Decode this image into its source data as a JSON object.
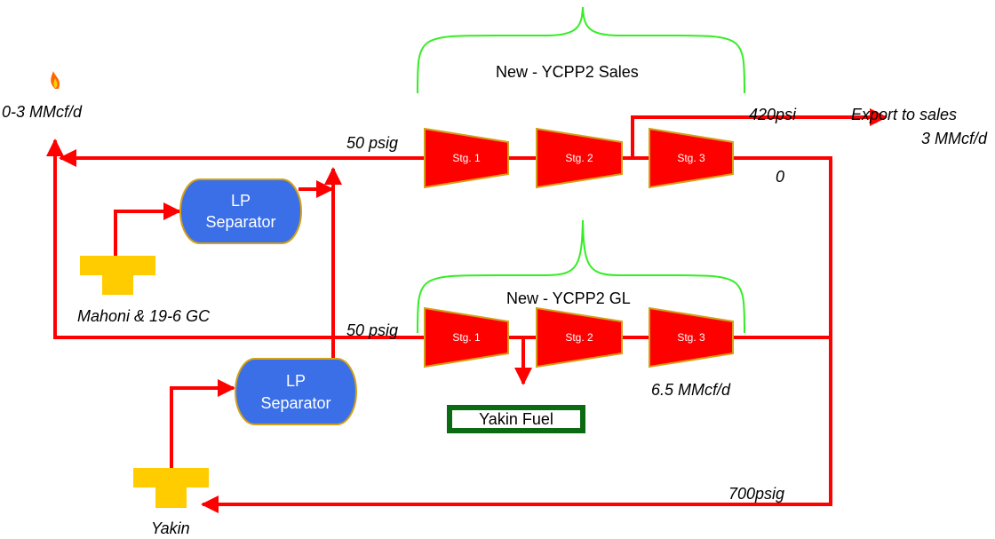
{
  "diagram": {
    "top_train": {
      "title": "New - YCPP2 Sales",
      "stages": [
        "Stg. 1",
        "Stg. 2",
        "Stg. 3"
      ],
      "suction_pressure": "50 psig",
      "discharge_pressure": "420psi",
      "outlet_label": "0"
    },
    "bottom_train": {
      "title": "New - YCPP2 GL",
      "stages": [
        "Stg. 1",
        "Stg. 2",
        "Stg. 3"
      ],
      "suction_pressure": "50 psig",
      "flow_label": "6.5 MMcf/d",
      "return_pressure": "700psig"
    },
    "flare": {
      "rate": "0-3 MMcf/d"
    },
    "export": {
      "line1": "Export to sales",
      "line2": "3 MMcf/d"
    },
    "separators": [
      {
        "line1": "LP",
        "line2": "Separator"
      },
      {
        "line1": "LP",
        "line2": "Separator"
      }
    ],
    "sources": {
      "upper": "Mahoni & 19-6 GC",
      "lower": "Yakin"
    },
    "fuel": {
      "label": "Yakin Fuel"
    },
    "colors": {
      "pipe": "#ff0000",
      "compressor": "#ff0000",
      "compressor_border": "#d4a017",
      "separator": "#3a6fe8",
      "separator_border": "#d4a017",
      "wellhead": "#ffcc00",
      "brace": "#33ee22",
      "fuel_border": "#0a6b12"
    }
  }
}
